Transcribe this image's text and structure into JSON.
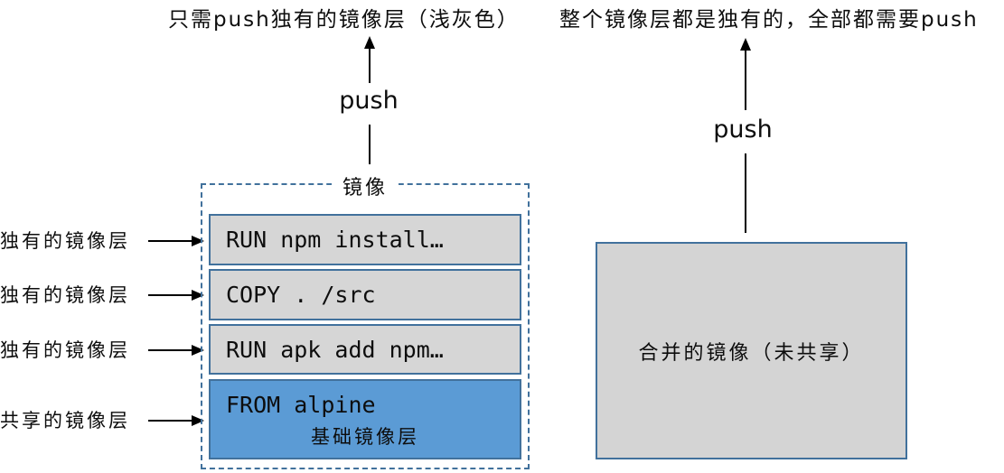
{
  "captions": {
    "left": "只需push独有的镜像层（浅灰色）",
    "right": "整个镜像层都是独有的，全部都需要push"
  },
  "left_diagram": {
    "push_label": "push",
    "group_label": "镜像",
    "side_labels": [
      "独有的镜像层",
      "独有的镜像层",
      "独有的镜像层",
      "共享的镜像层"
    ],
    "layers": [
      {
        "command": "RUN npm install…",
        "type": "unique"
      },
      {
        "command": "COPY . /src",
        "type": "unique"
      },
      {
        "command": "RUN apk add npm…",
        "type": "unique"
      },
      {
        "command": "FROM alpine",
        "caption": "基础镜像层",
        "type": "shared-base"
      }
    ]
  },
  "right_diagram": {
    "push_label": "push",
    "box_label": "合并的镜像（未共享）"
  },
  "colors": {
    "layer_gray_fill": "#d6d6d6",
    "merged_gray_fill": "#d4d4d4",
    "base_layer_blue_fill": "#5b9bd5",
    "border_steel_blue": "#41719c",
    "line_black": "#000000",
    "background": "#ffffff"
  }
}
